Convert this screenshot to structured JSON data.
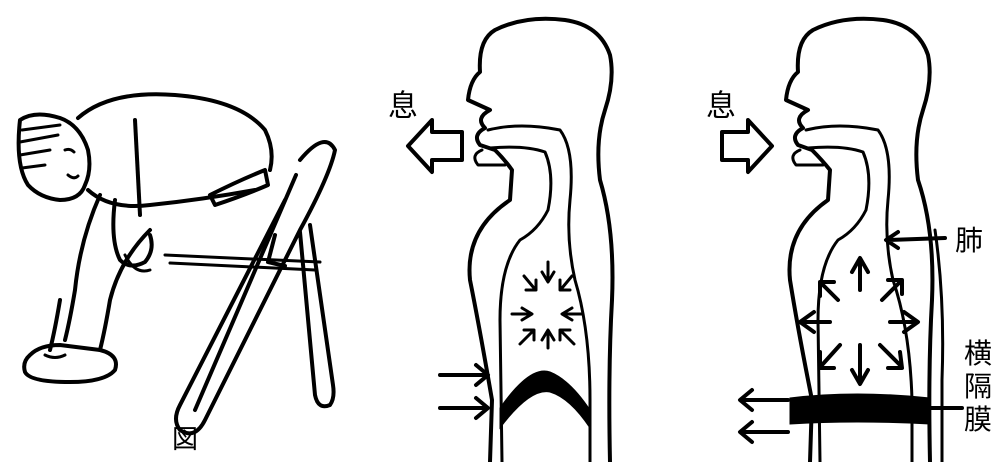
{
  "figure_label": "図",
  "panels": {
    "exhale": {
      "breath_label": "息"
    },
    "inhale": {
      "breath_label": "息",
      "lung_label": "肺",
      "diaphragm_label": [
        "横",
        "隔",
        "膜"
      ]
    }
  },
  "colors": {
    "ink": "#000000",
    "background": "#ffffff"
  }
}
